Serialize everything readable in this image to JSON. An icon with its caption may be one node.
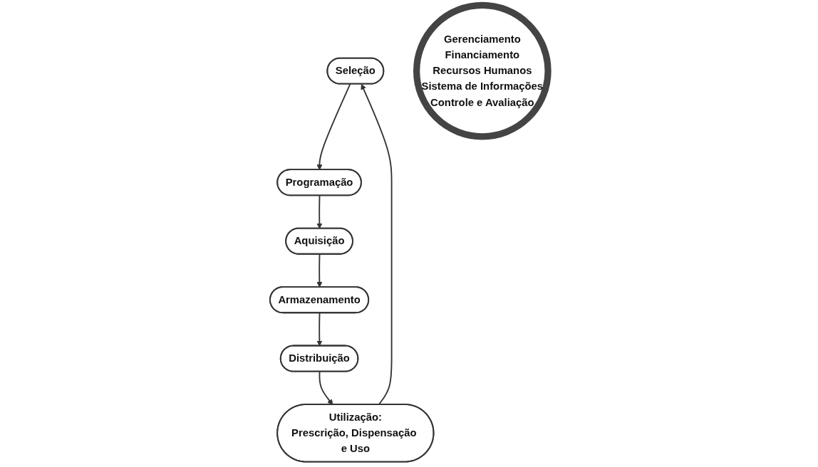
{
  "diagram": {
    "nodes": [
      {
        "text": [
          "Seleção"
        ]
      },
      {
        "text": [
          "Programação"
        ]
      },
      {
        "text": [
          "Aquisição"
        ]
      },
      {
        "text": [
          "Armazenamento"
        ]
      },
      {
        "text": [
          "Distribuição"
        ]
      },
      {
        "text": [
          "Utilização:",
          "Prescrição, Dispensação e Uso"
        ]
      },
      {
        "text": [
          "Gerenciamento",
          "Financiamento",
          "Recursos Humanos",
          "Sistema de Informações",
          "Controle e Avaliação"
        ]
      }
    ],
    "edges": [
      {
        "from": 0,
        "to": 1,
        "arrow": "to"
      },
      {
        "from": 1,
        "to": 2,
        "arrow": "to"
      },
      {
        "from": 2,
        "to": 3,
        "arrow": "to"
      },
      {
        "from": 3,
        "to": 4,
        "arrow": "to"
      },
      {
        "from": 4,
        "to": 5,
        "arrow": "to"
      },
      {
        "from": 5,
        "to": 0,
        "arrow": "to"
      }
    ]
  }
}
